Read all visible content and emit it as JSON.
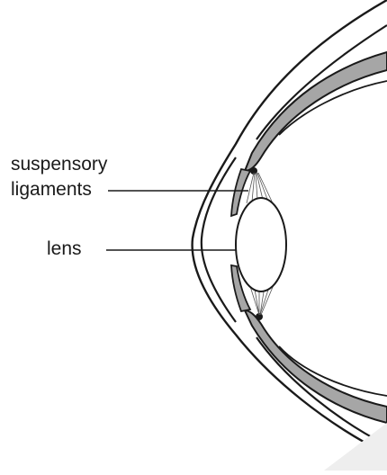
{
  "labels": {
    "suspensory_line1": "suspensory",
    "suspensory_line2": "ligaments",
    "lens": "lens"
  },
  "colors": {
    "outline": "#1a1a1a",
    "tissue_fill": "#a6a6a6",
    "background": "#ffffff"
  }
}
